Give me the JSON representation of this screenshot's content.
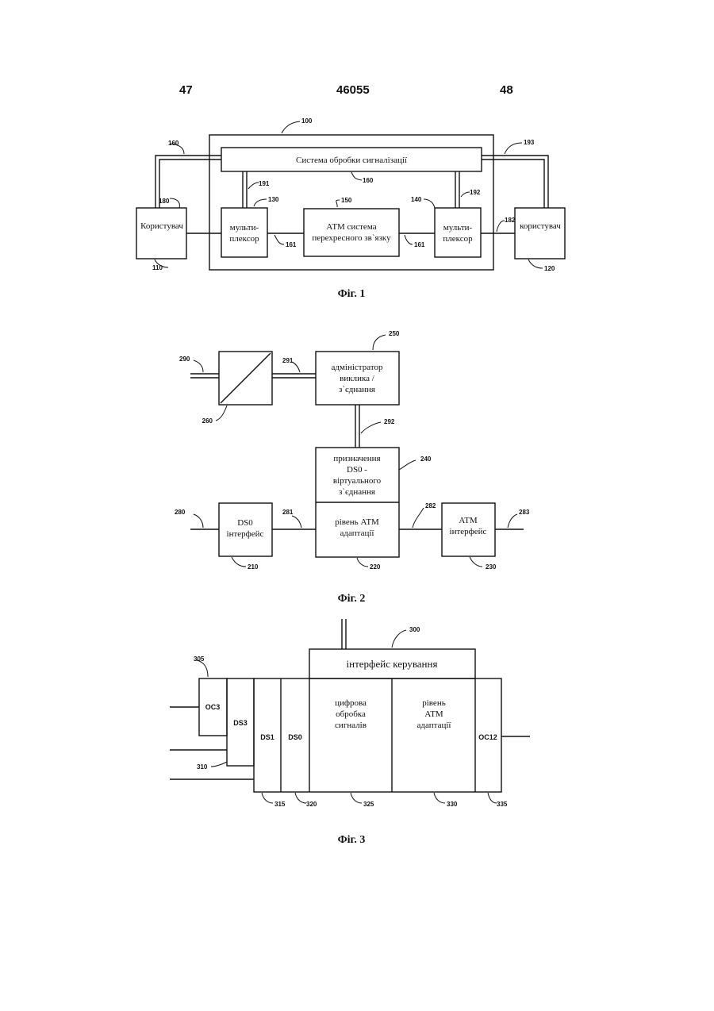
{
  "header": {
    "left_page": "47",
    "patent_number": "46055",
    "right_page": "48"
  },
  "fig1": {
    "caption": "Фіг. 1",
    "signaling_system": "Система обробки сигналізації",
    "user_left": "Користувач",
    "user_right": "користувач",
    "mux_left": [
      "мульти-",
      "плексор"
    ],
    "mux_right": [
      "мульти-",
      "плексор"
    ],
    "atm_cross": [
      "АТМ система",
      "перехресного зв`язку"
    ],
    "refs": {
      "r100": "100",
      "r160a": "160",
      "r160b": "160",
      "r193": "193",
      "r191": "191",
      "r192": "192",
      "r180": "180",
      "r130": "130",
      "r150": "150",
      "r140": "140",
      "r182": "182",
      "r161a": "161",
      "r161b": "161",
      "r110": "110",
      "r120": "120"
    }
  },
  "fig2": {
    "caption": "Фіг. 2",
    "call_admin": [
      "адміністратор",
      "виклика /",
      "з`єднання"
    ],
    "ds0_assign": [
      "призначення",
      "DS0 -",
      "віртуального",
      "з`єднання"
    ],
    "aal": [
      "рівень АТМ",
      "адаптації"
    ],
    "ds0_iface": [
      "DS0",
      "інтерфейс"
    ],
    "atm_iface": [
      "АТМ",
      "інтерфейс"
    ],
    "refs": {
      "r250": "250",
      "r290": "290",
      "r291": "291",
      "r292": "292",
      "r260": "260",
      "r240": "240",
      "r280": "280",
      "r281": "281",
      "r282": "282",
      "r283": "283",
      "r210": "210",
      "r220": "220",
      "r230": "230"
    }
  },
  "fig3": {
    "caption": "Фіг. 3",
    "control_iface": "інтерфейс керування",
    "oc3": "OC3",
    "ds3": "DS3",
    "ds1": "DS1",
    "ds0": "DS0",
    "dsp": [
      "цифрова",
      "обробка",
      "сигналів"
    ],
    "aal": [
      "рівень",
      "АТМ",
      "адаптації"
    ],
    "oc12": "OC12",
    "refs": {
      "r300": "300",
      "r305": "305",
      "r310": "310",
      "r315": "315",
      "r320": "320",
      "r325": "325",
      "r330": "330",
      "r335": "335"
    }
  }
}
